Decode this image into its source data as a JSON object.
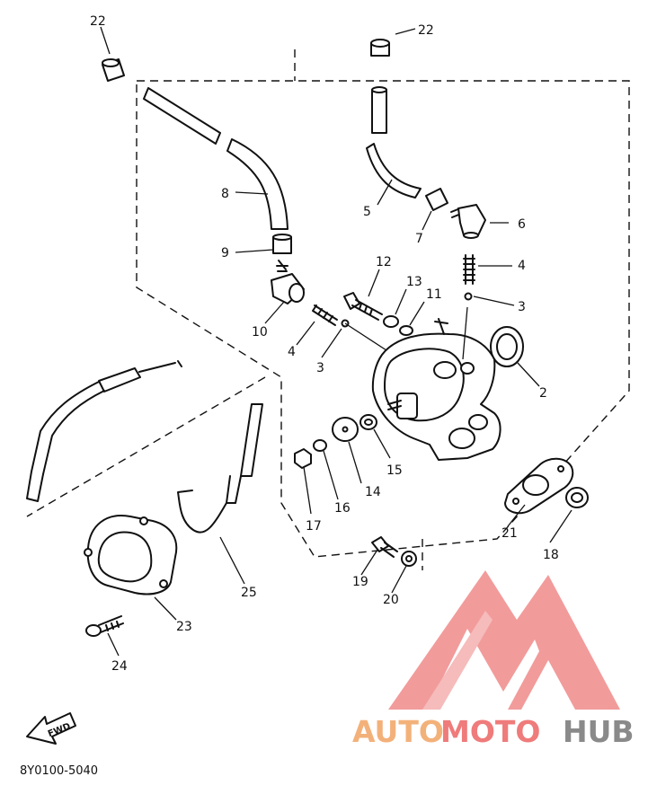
{
  "diagram": {
    "code": "8Y0100-5040",
    "fwd_label": "FWD",
    "callouts": [
      "22",
      "22",
      "8",
      "5",
      "9",
      "6",
      "7",
      "4",
      "3",
      "12",
      "13",
      "11",
      "10",
      "4",
      "3",
      "2",
      "15",
      "14",
      "16",
      "17",
      "21",
      "18",
      "19",
      "20",
      "25",
      "23",
      "24"
    ]
  },
  "watermark": {
    "part_a": "AUTO",
    "part_b": "MOTO",
    "part_c": "HUB",
    "colors": {
      "auto": "#f3b17a",
      "moto": "#ef7b7b",
      "hub": "#8a8a8a",
      "logo": "#f08a8a"
    }
  }
}
